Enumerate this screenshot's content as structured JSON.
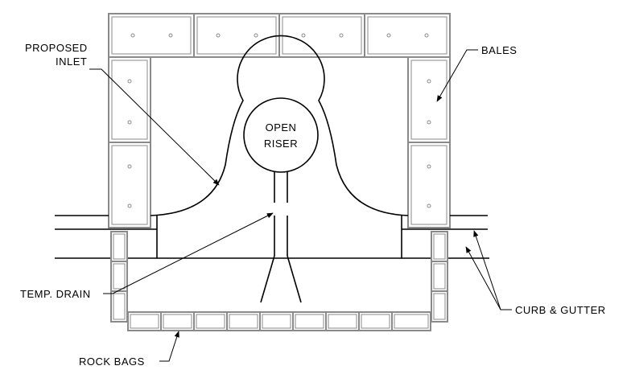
{
  "labels": {
    "proposed_inlet_line1": "PROPOSED",
    "proposed_inlet_line2": "INLET",
    "bales": "BALES",
    "open_riser_line1": "OPEN",
    "open_riser_line2": "RISER",
    "temp_drain": "TEMP. DRAIN",
    "curb_gutter": "CURB & GUTTER",
    "rock_bags": "ROCK BAGS"
  }
}
